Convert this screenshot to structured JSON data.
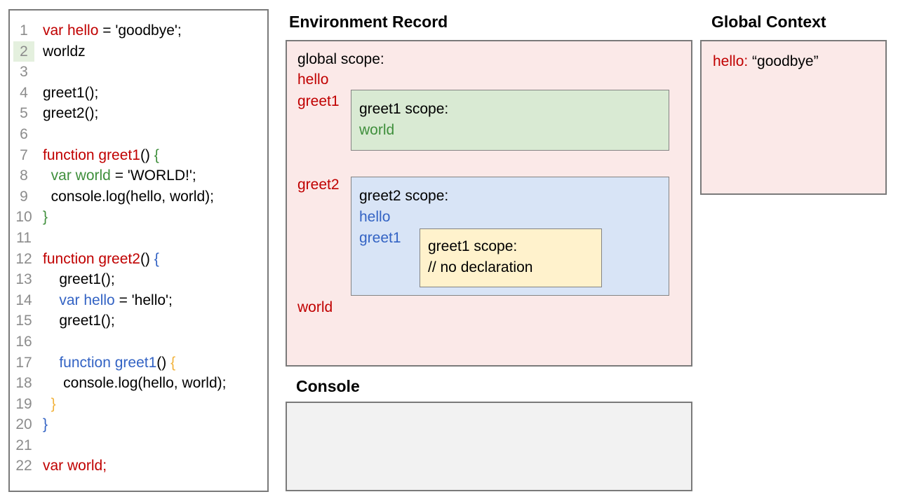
{
  "colors": {
    "red": "#c00000",
    "green": "#3f8f3c",
    "blue": "#3363c4",
    "yellow": "#f2b33d",
    "black": "#000000",
    "line_number": "#8c8c8c",
    "line2_highlight": "#e4f0de",
    "pink_fill": "#fbe9e8",
    "green_fill": "#d9ead3",
    "blue_fill": "#d8e4f6",
    "yellow_fill": "#fff2cc",
    "console_fill": "#f2f2f2",
    "box_border": "#7a7a7a"
  },
  "code_editor": {
    "lines": [
      {
        "n": "1",
        "segs": [
          [
            "red",
            "var hello"
          ],
          [
            "black",
            " = 'goodbye';"
          ]
        ]
      },
      {
        "n": "2",
        "highlight": true,
        "segs": [
          [
            "black",
            "worldz"
          ]
        ]
      },
      {
        "n": "3",
        "segs": []
      },
      {
        "n": "4",
        "segs": [
          [
            "black",
            "greet1();"
          ]
        ]
      },
      {
        "n": "5",
        "segs": [
          [
            "black",
            "greet2();"
          ]
        ]
      },
      {
        "n": "6",
        "segs": []
      },
      {
        "n": "7",
        "segs": [
          [
            "red",
            "function greet1"
          ],
          [
            "black",
            "() "
          ],
          [
            "green",
            "{"
          ]
        ]
      },
      {
        "n": "8",
        "segs": [
          [
            "black",
            "  "
          ],
          [
            "green",
            "var world"
          ],
          [
            "black",
            " = 'WORLD!';"
          ]
        ]
      },
      {
        "n": "9",
        "segs": [
          [
            "black",
            "  console.log(hello, world);"
          ]
        ]
      },
      {
        "n": "10",
        "segs": [
          [
            "green",
            "}"
          ]
        ]
      },
      {
        "n": "11",
        "segs": []
      },
      {
        "n": "12",
        "segs": [
          [
            "red",
            "function greet2"
          ],
          [
            "black",
            "() "
          ],
          [
            "blue",
            "{"
          ]
        ]
      },
      {
        "n": "13",
        "segs": [
          [
            "black",
            "    greet1();"
          ]
        ]
      },
      {
        "n": "14",
        "segs": [
          [
            "black",
            "    "
          ],
          [
            "blue",
            "var hello"
          ],
          [
            "black",
            " = 'hello';"
          ]
        ]
      },
      {
        "n": "15",
        "segs": [
          [
            "black",
            "    greet1();"
          ]
        ]
      },
      {
        "n": "16",
        "segs": []
      },
      {
        "n": "17",
        "segs": [
          [
            "black",
            "    "
          ],
          [
            "blue",
            "function greet1"
          ],
          [
            "black",
            "() "
          ],
          [
            "yellow",
            "{"
          ]
        ]
      },
      {
        "n": "18",
        "segs": [
          [
            "black",
            "     console.log(hello, world);"
          ]
        ]
      },
      {
        "n": "19",
        "segs": [
          [
            "black",
            "  "
          ],
          [
            "yellow",
            "}"
          ]
        ]
      },
      {
        "n": "20",
        "segs": [
          [
            "blue",
            "}"
          ]
        ]
      },
      {
        "n": "21",
        "segs": []
      },
      {
        "n": "22",
        "segs": [
          [
            "red",
            "var world;"
          ]
        ]
      }
    ]
  },
  "environment_record": {
    "title": "Environment Record",
    "global_scope_label": "global scope:",
    "vars": {
      "hello": "hello",
      "greet1": "greet1",
      "greet2": "greet2",
      "world": "world"
    },
    "greet1_scope": {
      "title": "greet1 scope:",
      "var_world": "world"
    },
    "greet2_scope": {
      "title": "greet2 scope:",
      "var_hello": "hello",
      "var_greet1": "greet1",
      "inner_greet1_scope": {
        "title": "greet1 scope:",
        "comment": "// no declaration"
      }
    }
  },
  "global_context": {
    "title": "Global Context",
    "var_name": "hello:",
    "var_value": "“goodbye”"
  },
  "console": {
    "title": "Console"
  }
}
